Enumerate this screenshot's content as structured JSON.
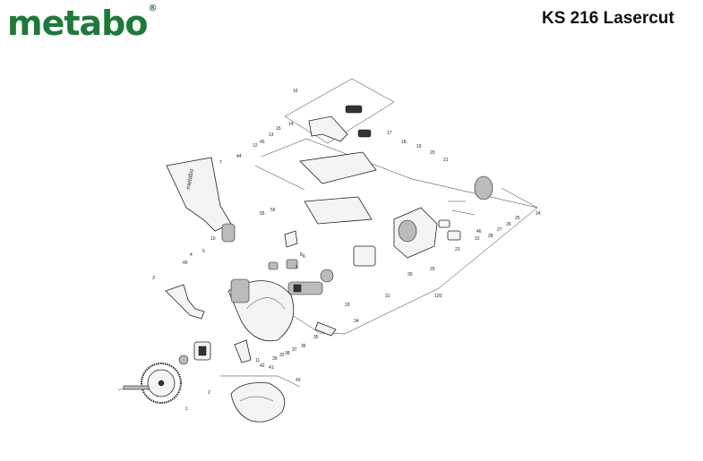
{
  "header": {
    "brand": "metabo",
    "brand_reg": "®",
    "model": "KS 216 Lasercut"
  },
  "diagram": {
    "labels": [
      "1",
      "2",
      "3",
      "4",
      "5",
      "6",
      "7",
      "8",
      "9",
      "10",
      "11",
      "12",
      "13",
      "14",
      "15",
      "16",
      "17",
      "18",
      "19",
      "20",
      "21",
      "22",
      "23",
      "24",
      "25",
      "26",
      "27",
      "28",
      "29",
      "30",
      "31",
      "32",
      "33",
      "34",
      "35",
      "36",
      "37",
      "38",
      "39",
      "40",
      "41",
      "42",
      "43",
      "44",
      "45",
      "46",
      "55",
      "56",
      "120"
    ],
    "guard_text": "metabo"
  }
}
